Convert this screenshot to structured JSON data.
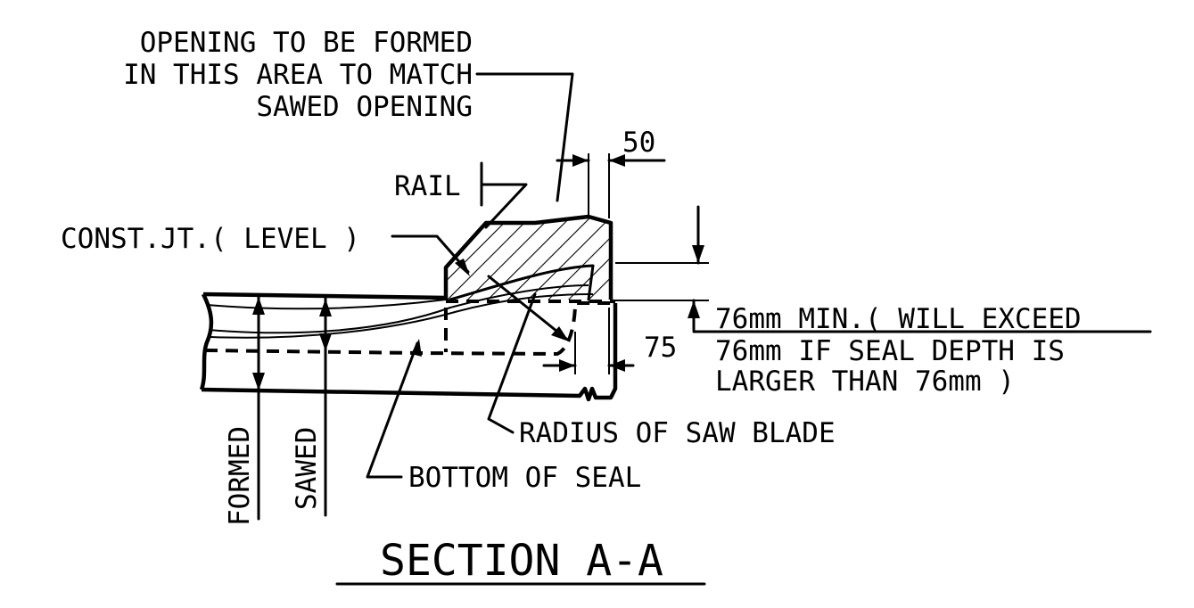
{
  "labels": {
    "opening_line1": "OPENING TO BE FORMED",
    "opening_line2": "IN THIS AREA TO MATCH",
    "opening_line3": "SAWED OPENING",
    "rail": "RAIL",
    "const_jt": "CONST.JT.( LEVEL )",
    "dim_50": "50",
    "dim_75": "75",
    "min_line1": "76mm MIN.( WILL EXCEED",
    "min_line2": "76mm IF SEAL DEPTH IS",
    "min_line3": "LARGER THAN 76mm )",
    "radius": "RADIUS OF SAW BLADE",
    "bottom_seal": "BOTTOM OF SEAL",
    "formed": "FORMED",
    "sawed": "SAWED"
  },
  "title": "SECTION A-A"
}
